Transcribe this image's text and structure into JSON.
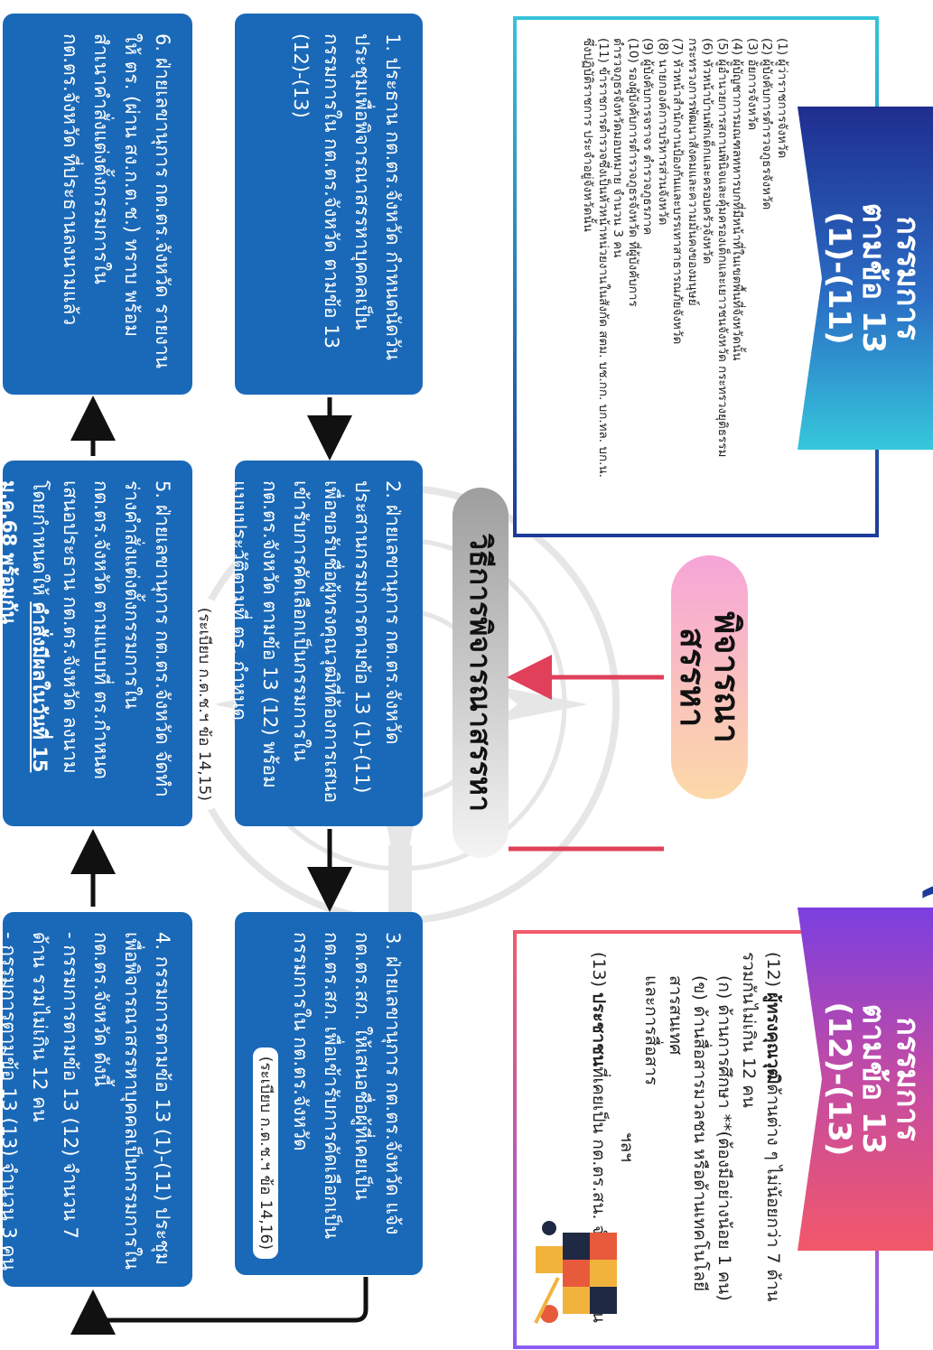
{
  "colors": {
    "process_box": "#1a69b8",
    "left_ribbon": [
      "#1f2e8f",
      "#36c7dc"
    ],
    "right_ribbon": [
      "#7b3fe0",
      "#f25869"
    ],
    "arrow_red": "#e0405a",
    "arrow_dark": "#111111"
  },
  "header": {
    "title_fragment": "(",
    "left_ribbon": [
      "กรรมการ",
      "ตามข้อ 13",
      "(1)-(11)"
    ],
    "right_ribbon": [
      "กรรมการ",
      "ตามข้อ 13",
      "(12)-(13)"
    ]
  },
  "left_list": [
    "(1) ผู้ว่าราชการจังหวัด",
    "(2) ผู้บังคับการตำรวจภูธรจังหวัด",
    "(3) อัยการจังหวัด",
    "(4) ผู้บัญชาการมณฑลทหารบกที่มีหน้าที่ในเขตพื้นที่จังหวัดนั้น",
    "(5) ผู้อำนวยการสถานพินิจและคุ้มครองเด็กและเยาวชนจังหวัด กระทรวงยุติธรรม",
    "(6) หัวหน้าบ้านพักเด็กและครอบครัวจังหวัด",
    "กระทรวงการพัฒนาสังคมและความมั่นคงของมนุษย์",
    "(7) หัวหน้าสำนักงานป้องกันและบรรเทาสาธารณภัยจังหวัด",
    "(8) นายกองค์การบริหารส่วนจังหวัด",
    "(9) ผู้บังคับการจราจร ตำรวจภูธรภาค",
    "(10) รองผู้บังคับการตำรวจภูธรจังหวัด ที่ผู้บังคับการ",
    "ตำรวจภูธรจังหวัดมอบหมาย จำนวน 3 คน",
    "(11) ข้าราชการตำรวจซึ่งเป็นหัวหน้าหน่วยงานในสังกัด สตม. บช.กก. บก.ทล. บก.น.",
    "ซึ่งปฏิบัติราชการ ประจำอยู่จังหวัดนั้น"
  ],
  "right_list": {
    "item12_prefix": "(12) ",
    "item12_bold": "ผู้ทรงคุณวุฒิ",
    "item12_rest": "ด้านต่าง ๆ ไม่น้อยกว่า 7 ด้าน รวมกันไม่เกิน 12 คน",
    "sub_a": "(ก) ด้านการศึกษา **(ต้องมีอย่างน้อย 1 คน)",
    "sub_b": "(ข) ด้านสื่อสารมวลชน หรือด้านเทคโนโลยีสารสนเทศ",
    "sub_b2": "และการสื่อสาร",
    "etc": "ฯลฯ",
    "item13_prefix": "(13) ",
    "item13_bold": "ประชาชน",
    "item13_rest": "ที่เคยเป็น กต.ตร.สน. จำนวน 3 คน"
  },
  "center_pill": [
    "พิจารณา",
    "สรรหา"
  ],
  "method_title": "วิธีการพิจารณาสรรหา",
  "steps": {
    "s1": "1. ประธาน กต.ตร.จังหวัด กำหนดนัดวันประชุมเพื่อพิจารณาสรรหาบุคคลเป็นกรรมการใน กต.ตร.จังหวัด ตามข้อ 13 (12)-(13)",
    "s2": "2. ฝ่ายเลขานุการ กต.ตร.จังหวัด ประสานกรรมการตามข้อ 13 (1)-(11) เพื่อขอรับชื่อผู้ทรงคุณวุฒิที่ต้องการเสนอเข้ารับการคัดเลือกเป็นกรรมการใน กต.ตร.จังหวัด ตามข้อ 13 (12) พร้อมแบบประวัติตามที่ ตร. กำหนด",
    "s2_reg": "(ระเบียบ ก.ต.ช.ฯ ข้อ 14,15)",
    "s3": "3. ฝ่ายเลขานุการ กต.ตร.จังหวัด แจ้ง กต.ตร.สภ. ให้เสนอชื่อผู้ที่เคยเป็น กต.ตร.สภ. เพื่อเข้ารับการคัดเลือกเป็นกรรมการใน กต.ตร.จังหวัด",
    "s3_reg": "(ระเบียบ ก.ต.ช.ฯ ข้อ 14,16)",
    "s4_intro": "4. กรรมการตามข้อ 13 (1)-(11) ประชุมเพื่อพิจารณาสรรหาบุคคลเป็นกรรมการใน กต.ตร.จังหวัด ดังนี้",
    "s4_b1": "- กรรมการตามข้อ 13 (12) จำนวน 7 ด้าน รวมไม่เกิน 12 คน",
    "s4_b2": "- กรรมการตามข้อ 13 (13) จำนวน 3 คน",
    "s5": "5. ฝ่ายเลขานุการ กต.ตร.จังหวัด จัดทำร่างคำสั่งแต่งตั้งกรรมการใน กต.ตร.จังหวัด ตามแบบที่ ตร.กำหนด เสนอประธาน กต.ตร.จังหวัด ลงนาม โดยกำหนดให้",
    "s5_hl": "คำสั่งมีผลในวันที่ 15 ม.ค.68 พร้อมกัน",
    "s6": "6. ฝ่ายเลขานุการ กต.ตร.จังหวัด รายงานให้ ตร. (ผ่าน สง.ก.ต.ช.) ทราบ พร้อมสำเนาคำสั่งแต่งตั้งกรรมการใน กต.ตร.จังหวัด ที่ประธานลงนามแล้ว"
  }
}
